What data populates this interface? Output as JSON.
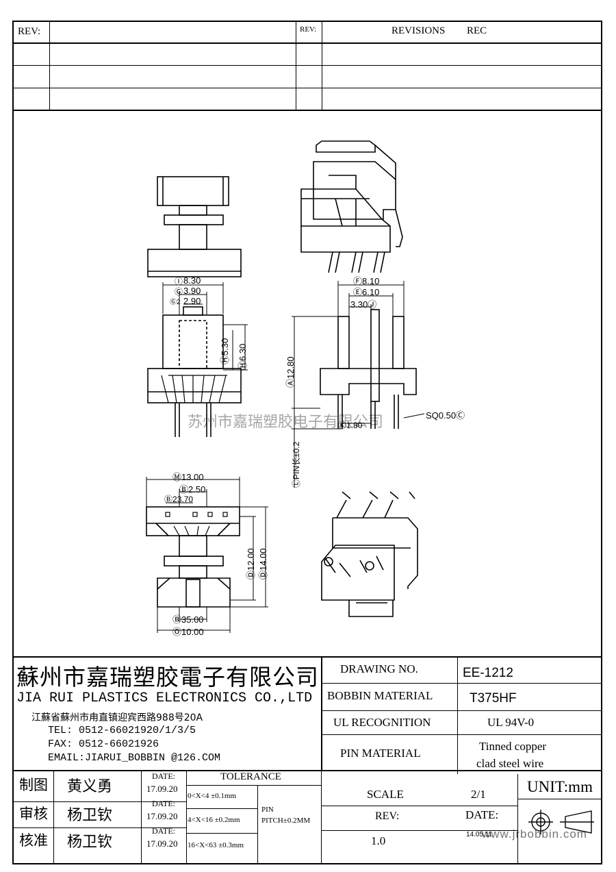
{
  "revision_block": {
    "rev_label_left": "REV:",
    "rev_label_right": "REV:",
    "revisions_label": "REVISIONS",
    "rec_label": "REC"
  },
  "watermark": "苏州市嘉瑞塑胶电子有限公司",
  "dimensions": {
    "front": {
      "d1": "8.30",
      "d1_tag": "Ⓘ",
      "d2": "3.90",
      "d2_tag": "Ⓖ",
      "d3": "2.90",
      "d3_tag": "Ⓖ2",
      "d4": "5.30",
      "d4_tag": "Ⓗ",
      "d5": "6.30",
      "d5_tag": "Ⓗ"
    },
    "side": {
      "d1": "8.10",
      "d1_tag": "Ⓕ",
      "d2": "6.10",
      "d2_tag": "Ⓔ",
      "d3": "3.30",
      "d3_tag": "Ⓙ",
      "height": "12.80",
      "height_tag": "Ⓐ",
      "pin": "1.80",
      "pin_tag": "Ⓚ",
      "sq": "SQ0.50",
      "sq_tag": "Ⓒ",
      "pin_len": "PIN长±0.2",
      "pin_len_tag": "Ⓛ"
    },
    "bottom": {
      "d1": "13.00",
      "d1_tag": "Ⓜ",
      "d2": "2.50",
      "d2_tag": "Ⓑ",
      "d3": "3.70",
      "d3_tag": "Ⓑ2",
      "d4": "12.00",
      "d4_tag": "Ⓓ",
      "d5": "14.00",
      "d5_tag": "Ⓓ",
      "d6": "5.00",
      "d6_tag": "Ⓑ3",
      "d7": "10.00",
      "d7_tag": "Ⓞ"
    }
  },
  "company": {
    "name_cn": "蘇州市嘉瑞塑胶電子有限公司",
    "name_en": "JIA RUI PLASTICS ELECTRONICS CO.,LTD",
    "address": "江蘇省蘇州市甪直镇迎宾西路988号20A",
    "tel": "TEL: 0512-66021920/1/3/5",
    "fax": "FAX: 0512-66021926",
    "email": "EMAIL:JIARUI_BOBBIN @126.COM"
  },
  "spec": {
    "drawing_no_label": "DRAWING  NO.",
    "drawing_no": "EE-1212",
    "bobbin_material_label": "BOBBIN  MATERIAL",
    "bobbin_material": "T375HF",
    "ul_label": "UL RECOGNITION",
    "ul_value": "UL 94V-0",
    "pin_material_label": "PIN MATERIAL",
    "pin_material_line1": "Tinned copper",
    "pin_material_line2": "clad steel wire",
    "scale_label": "SCALE",
    "scale_value": "2/1",
    "unit": "UNIT:mm",
    "rev_label": "REV:",
    "rev_value": "1.0",
    "date_label": "DATE:",
    "date_value": "14.05.11",
    "website": "www.jrbobbin.com"
  },
  "signoff": {
    "rows": [
      {
        "role": "制图",
        "name": "黄义勇",
        "date_label": "DATE:",
        "date": "17.09.20"
      },
      {
        "role": "审核",
        "name": "杨卫钦",
        "date_label": "DATE:",
        "date": "17.09.20"
      },
      {
        "role": "核准",
        "name": "杨卫钦",
        "date_label": "DATE:",
        "date": "17.09.20"
      }
    ]
  },
  "tolerance": {
    "title": "TOLERANCE",
    "rows": [
      "0<X<4  ±0.1mm",
      "4<X<16 ±0.2mm",
      "16<X<63 ±0.3mm"
    ],
    "pin_label": "PIN",
    "pin_pitch": "PITCH±0.2MM"
  }
}
